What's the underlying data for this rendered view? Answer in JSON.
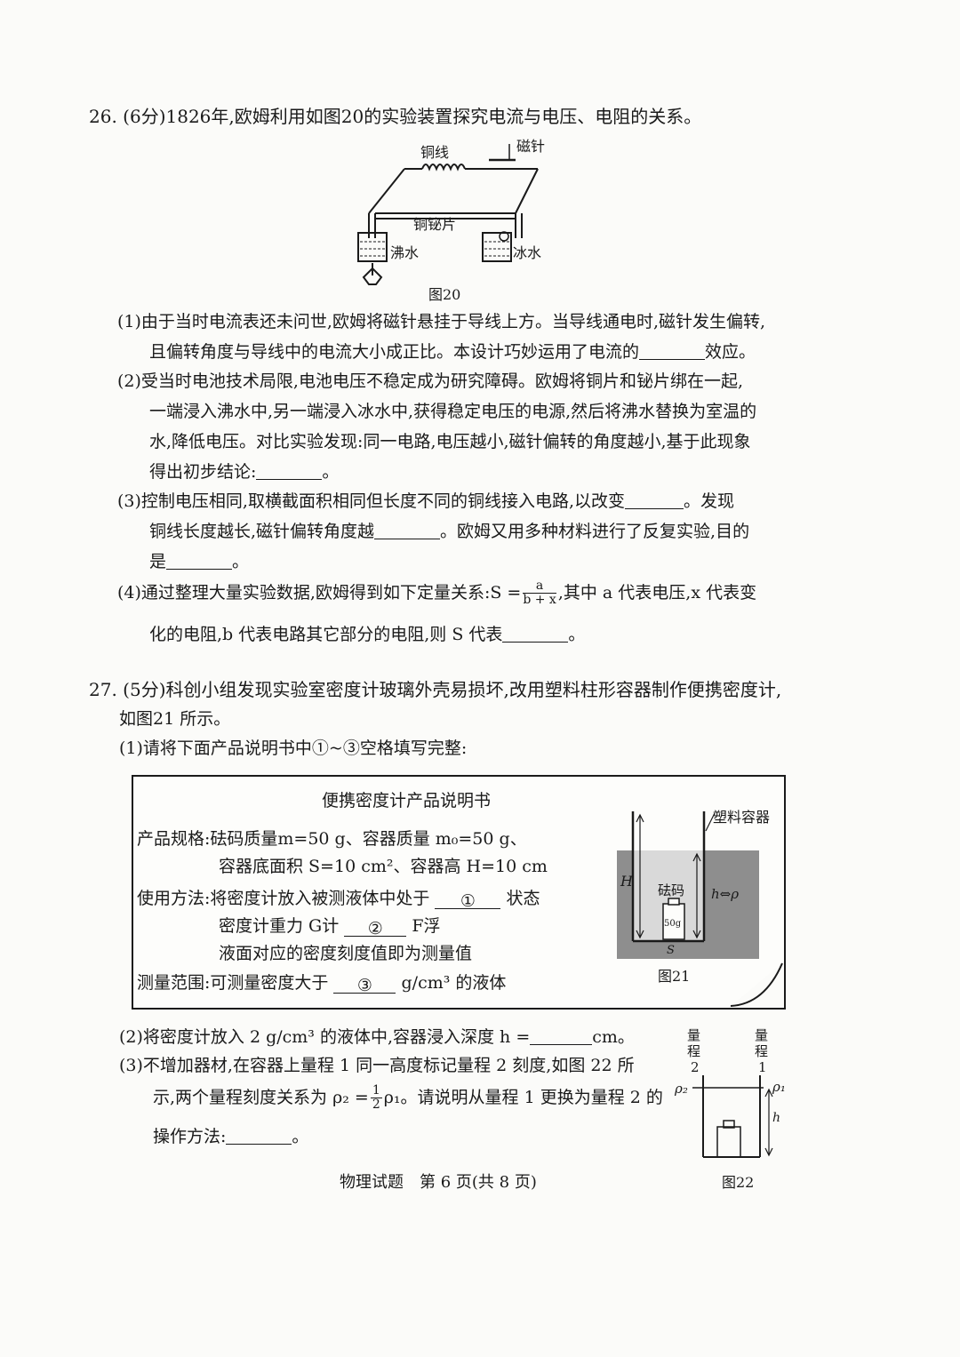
{
  "q26": {
    "header": "26. (6分)1826年,欧姆利用如图20的实验装置探究电流与电压、电阻的关系。",
    "fig": {
      "copper_wire": "铜线",
      "needle": "磁针",
      "cu_bi": "铜铋片",
      "boiling": "沸水",
      "ice": "冰水",
      "caption": "图20"
    },
    "p1_a": "(1)由于当时电流表还未问世,欧姆将磁针悬挂于导线上方。当导线通电时,磁针发生偏转,",
    "p1_b": "且偏转角度与导线中的电流大小成正比。本设计巧妙运用了电流的",
    "p1_c": "效应。",
    "p2_a": "(2)受当时电池技术局限,电池电压不稳定成为研究障碍。欧姆将铜片和铋片绑在一起,",
    "p2_b": "一端浸入沸水中,另一端浸入冰水中,获得稳定电压的电源,然后将沸水替换为室温的",
    "p2_c": "水,降低电压。对比实验发现:同一电路,电压越小,磁针偏转的角度越小,基于此现象",
    "p2_d": "得出初步结论:",
    "p2_e": "。",
    "p3_a": "(3)控制电压相同,取横截面积相同但长度不同的铜线接入电路,以改变",
    "p3_b": "。发现",
    "p3_c": "铜线长度越长,磁针偏转角度越",
    "p3_d": "。欧姆又用多种材料进行了反复实验,目的",
    "p3_e": "是",
    "p3_f": "。",
    "p4_a": "(4)通过整理大量实验数据,欧姆得到如下定量关系:S =",
    "p4_num": "a",
    "p4_den": "b + x",
    "p4_b": ",其中 a 代表电压,x 代表变",
    "p4_c": "化的电阻,b 代表电路其它部分的电阻,则 S 代表",
    "p4_d": "。"
  },
  "q27": {
    "header_a": "27. (5分)科创小组发现实验室密度计玻璃外壳易损坏,改用塑料柱形容器制作便携密度计,",
    "header_b": "如图21 所示。",
    "p1": "(1)请将下面产品说明书中①~③空格填写完整:",
    "manual": {
      "title": "便携密度计产品说明书",
      "spec_a": "产品规格:砝码质量m=50 g、容器质量 m₀=50 g、",
      "spec_b": "容器底面积 S=10 cm²、容器高 H=10 cm",
      "use_a": "使用方法:将密度计放入被测液体中处于",
      "c1": "①",
      "use_b": "状态",
      "use_c": "密度计重力 G计",
      "c2": "②",
      "use_d": "F浮",
      "use_e": "液面对应的密度刻度值即为测量值",
      "range_a": "测量范围:可测量密度大于",
      "c3": "③",
      "range_b": "g/cm³ 的液体"
    },
    "fig21": {
      "container": "塑料容器",
      "H": "H",
      "weight": "砝码",
      "weight_mass": "50g",
      "h_rho": "h⇔ρ",
      "S": "S",
      "caption": "图21"
    },
    "p2_a": "(2)将密度计放入 2 g/cm³ 的液体中,容器浸入深度 h =",
    "p2_b": "cm。",
    "p3_a": "(3)不增加器材,在容器上量程 1 同一高度标记量程 2 刻度,如图 22 所",
    "p3_b": "示,两个量程刻度关系为 ρ₂ =",
    "p3_num": "1",
    "p3_den": "2",
    "p3_c": "ρ₁。请说明从量程 1 更换为量程 2 的",
    "p3_d": "操作方法:",
    "p3_e": "。",
    "fig22": {
      "range2_a": "量",
      "range2_b": "程",
      "range2_c": "2",
      "range1_a": "量",
      "range1_b": "程",
      "range1_c": "1",
      "rho2": "ρ₂",
      "rho1": "ρ₁",
      "h": "h",
      "caption": "图22"
    }
  },
  "footer": "物理试题　第 6 页(共 8 页)"
}
